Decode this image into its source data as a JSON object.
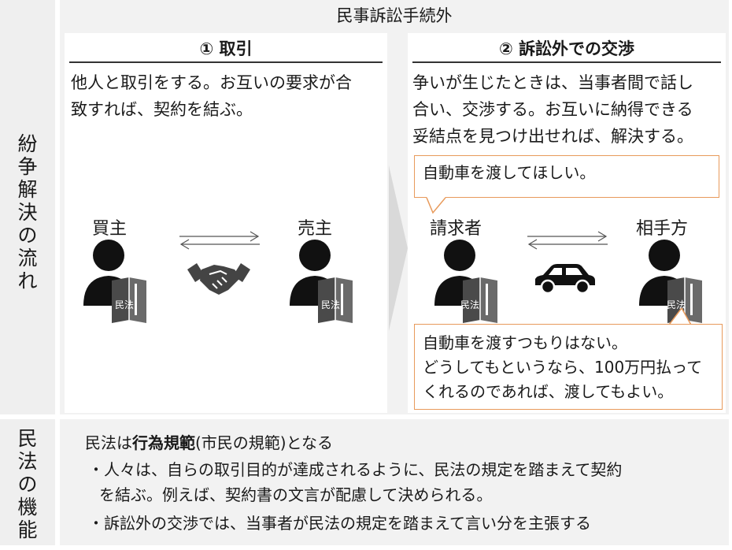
{
  "side_labels": {
    "flow": [
      "紛",
      "争",
      "解",
      "決",
      "の",
      "流",
      "れ"
    ],
    "function": [
      "民",
      "法",
      "の",
      "機",
      "能"
    ]
  },
  "header": {
    "title": "民事訴訟手続外"
  },
  "section1": {
    "heading": "① 取引",
    "description_lines": [
      "他人と取引をする。お互いの要求が合",
      "致すれば、契約を結ぶ。"
    ],
    "left_person": "買主",
    "right_person": "売主",
    "book_label": "民法",
    "left_icon": "person-icon",
    "center_icon": "handshake-icon",
    "exchange_icon": "double-arrow-icon"
  },
  "section2": {
    "heading": "② 訴訟外での交渉",
    "description_lines": [
      "争いが生じたときは、当事者間で話し",
      "合い、交渉する。お互いに納得できる",
      "妥結点を見つけ出せれば、解決する。"
    ],
    "callout_top": "自動車を渡してほしい。",
    "left_person": "請求者",
    "right_person": "相手方",
    "book_label": "民法",
    "center_icon": "car-icon",
    "callout_bottom_lines": [
      "自動車を渡すつもりはない。",
      "どうしてもというなら、100万円払って",
      "くれるのであれば、渡してもよい。"
    ]
  },
  "function": {
    "title_prefix": "民法は",
    "title_bold": "行為規範",
    "title_suffix": "(市民の規範)となる",
    "bullets": [
      [
        "・人々は、自らの取引目的が達成されるように、民法の規定を踏まえて契約",
        "を結ぶ。例えば、契約書の文言が配慮して決められる。"
      ],
      [
        "・訴訟外の交渉では、当事者が民法の規定を踏まえて言い分を主張する"
      ]
    ]
  },
  "colors": {
    "accent_border": "#e89a5b",
    "figure": "#111111",
    "book": "#5a5a5a",
    "panel": "#f2f2f2"
  }
}
